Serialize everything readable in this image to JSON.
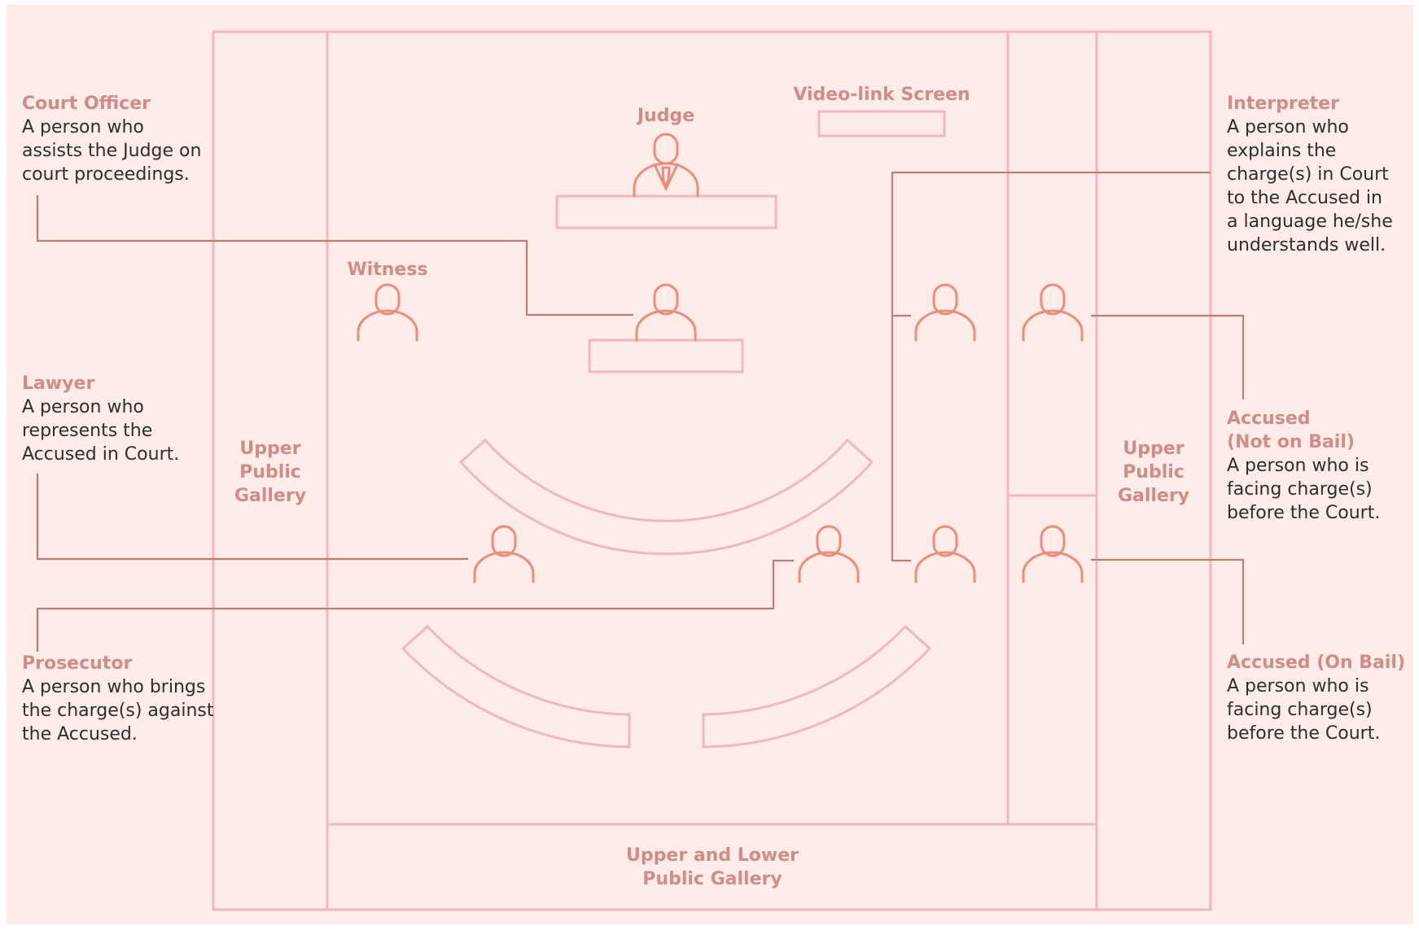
{
  "colors": {
    "background": "#fdece8",
    "structure_line": "#f2b6bf",
    "figure_line": "#ee8c7c",
    "leader_line": "#c07a7a",
    "label_text": "#d08c88",
    "body_text": "#2e2e2e"
  },
  "labels": {
    "judge": "Judge",
    "video_link": "Video-link Screen",
    "witness": "Witness",
    "gallery_left": [
      "Upper",
      "Public",
      "Gallery"
    ],
    "gallery_right": [
      "Upper",
      "Public",
      "Gallery"
    ],
    "gallery_bottom": [
      "Upper and Lower",
      "Public Gallery"
    ]
  },
  "roles": {
    "court_officer": {
      "title": "Court Officer",
      "lines": [
        "A person who",
        "assists the Judge on",
        "court proceedings."
      ]
    },
    "lawyer": {
      "title": "Lawyer",
      "lines": [
        "A person who",
        "represents the",
        "Accused in Court."
      ]
    },
    "prosecutor": {
      "title": "Prosecutor",
      "lines": [
        "A person who brings",
        "the charge(s) against",
        "the Accused."
      ]
    },
    "interpreter": {
      "title": "Interpreter",
      "lines": [
        "A person who",
        "explains the",
        "charge(s) in Court",
        "to the Accused in",
        "a language he/she",
        "understands well."
      ]
    },
    "accused_not_bail": {
      "title_lines": [
        "Accused",
        "(Not on Bail)"
      ],
      "lines": [
        "A person who is",
        "facing charge(s)",
        "before the Court."
      ]
    },
    "accused_on_bail": {
      "title": "Accused (On Bail)",
      "lines": [
        "A person who is",
        "facing charge(s)",
        "before the Court."
      ]
    }
  }
}
